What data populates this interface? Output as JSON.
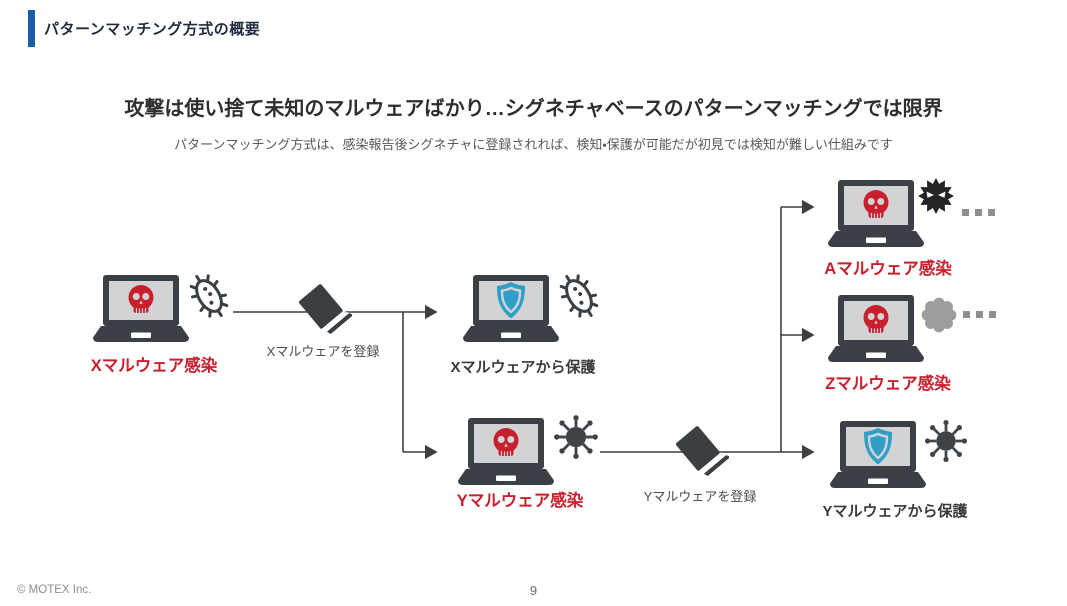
{
  "header": {
    "title": "パターンマッチング方式の概要"
  },
  "headline": {
    "title": "攻撃は使い捨て未知のマルウェアばかり…シグネチャベースのパターンマッチングでは限界",
    "subtitle": "パターンマッチング方式は、感染報告後シグネチャに登録されれば、検知・保護が可能だが初見では検知が難しい仕組みです"
  },
  "diagram": {
    "nodes": {
      "x_infected": {
        "label": "Xマルウェア感染",
        "status": "infected",
        "screen_icon": "skull-icon",
        "side_icon": "bacteria-virus-icon"
      },
      "x_protected": {
        "label": "Xマルウェアから保護",
        "status": "protected",
        "screen_icon": "shield-icon",
        "side_icon": "bacteria-virus-icon"
      },
      "y_infected": {
        "label": "Yマルウェア感染",
        "status": "infected",
        "screen_icon": "skull-icon",
        "side_icon": "corona-virus-icon"
      },
      "a_infected": {
        "label": "Aマルウェア感染",
        "status": "infected",
        "screen_icon": "skull-icon",
        "side_icon": "spiky-virus-icon",
        "more_indicator": "ellipsis"
      },
      "z_infected": {
        "label": "Zマルウェア感染",
        "status": "infected",
        "screen_icon": "skull-icon",
        "side_icon": "blob-virus-icon",
        "more_indicator": "ellipsis"
      },
      "y_protected": {
        "label": "Yマルウェアから保護",
        "status": "protected",
        "screen_icon": "shield-icon",
        "side_icon": "corona-virus-icon"
      }
    },
    "registrations": {
      "x": {
        "label": "Xマルウェアを登録",
        "icon": "signature-book-icon"
      },
      "y": {
        "label": "Yマルウェアを登録",
        "icon": "signature-book-icon"
      }
    }
  },
  "colors": {
    "accent_blue": "#1a5dab",
    "infected_red": "#c81f2d",
    "shield_blue": "#2f9fc7",
    "icon_dark": "#3b4046",
    "connector": "#3f3f3f"
  },
  "footer": {
    "copyright": "© MOTEX Inc.",
    "page_number": "9"
  }
}
